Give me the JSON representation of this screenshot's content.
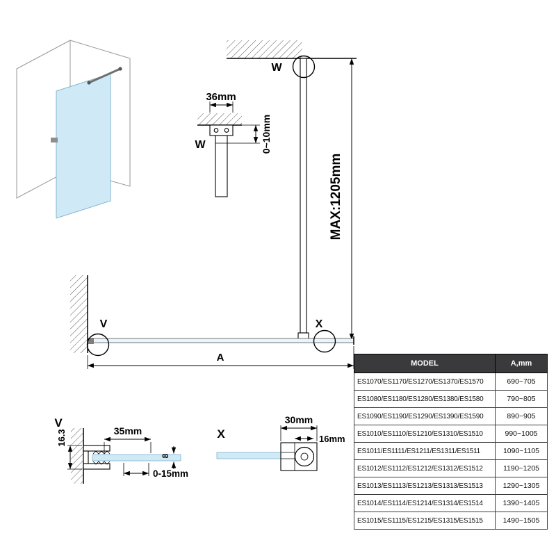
{
  "colors": {
    "glass": "#cfe9f7",
    "line": "#000000",
    "header_bg": "#3a3a3c"
  },
  "callouts": {
    "w": "W",
    "x": "X",
    "v": "V"
  },
  "detail_w": {
    "title": "W",
    "width": "36mm",
    "gap": "0~10mm"
  },
  "bar": {
    "max": "MAX:1205mm"
  },
  "span": {
    "a": "A"
  },
  "detail_v": {
    "title": "V",
    "height": "16.3",
    "width": "35mm",
    "glass": "8",
    "adjust": "0-15mm"
  },
  "detail_x": {
    "title": "X",
    "width": "30mm",
    "bar": "16mm"
  },
  "table": {
    "headers": [
      "MODEL",
      "A,mm"
    ],
    "rows": [
      {
        "model": "ES1070/ES1170/ES1270/ES1370/ES1570",
        "a": "690~705"
      },
      {
        "model": "ES1080/ES1180/ES1280/ES1380/ES1580",
        "a": "790~805"
      },
      {
        "model": "ES1090/ES1190/ES1290/ES1390/ES1590",
        "a": "890~905"
      },
      {
        "model": "ES1010/ES1110/ES1210/ES1310/ES1510",
        "a": "990~1005"
      },
      {
        "model": "ES1011/ES1111/ES1211/ES1311/ES1511",
        "a": "1090~1105"
      },
      {
        "model": "ES1012/ES1112/ES1212/ES1312/ES1512",
        "a": "1190~1205"
      },
      {
        "model": "ES1013/ES1113/ES1213/ES1313/ES1513",
        "a": "1290~1305"
      },
      {
        "model": "ES1014/ES1114/ES1214/ES1314/ES1514",
        "a": "1390~1405"
      },
      {
        "model": "ES1015/ES1115/ES1215/ES1315/ES1515",
        "a": "1490~1505"
      }
    ]
  }
}
